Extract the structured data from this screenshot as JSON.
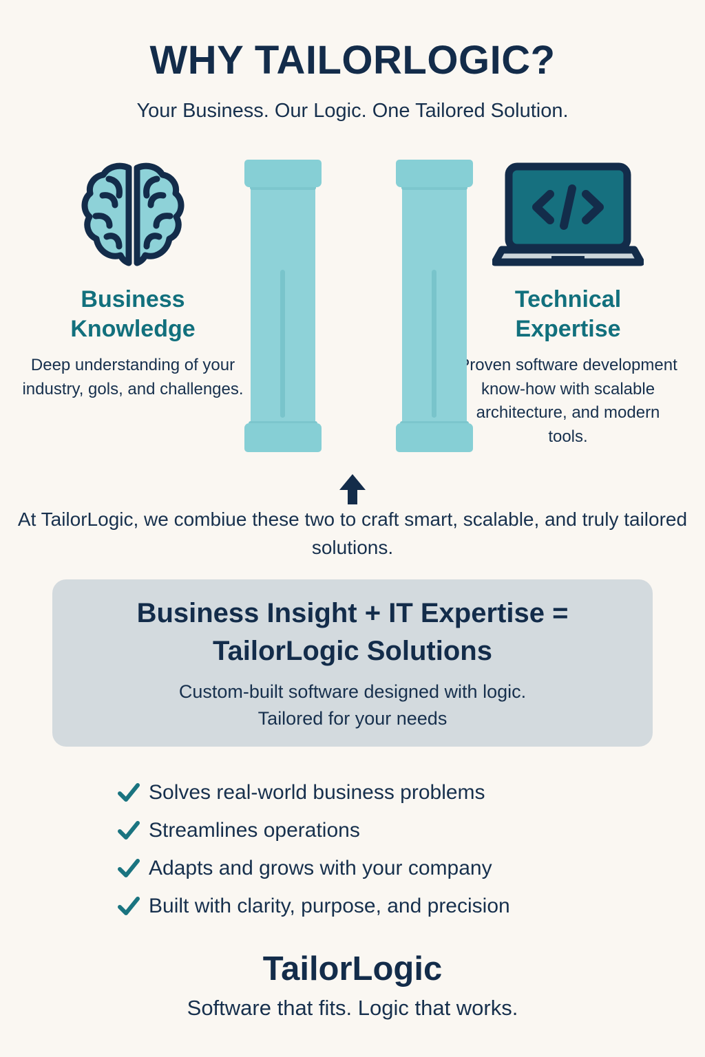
{
  "header": {
    "title": "WHY TAILORLOGIC?",
    "subtitle": "Your Business. Our Logic. One Tailored Solution."
  },
  "columns": [
    {
      "icon": "brain-icon",
      "heading": "Business\nKnowledge",
      "heading_line1": "Business",
      "heading_line2": "Knowledge",
      "body": "Deep understanding of your industry, gols, and challenges."
    },
    {
      "icon": "laptop-code-icon",
      "heading_line1": "Technical",
      "heading_line2": "Expertise",
      "body": "Proven software development know-how with scalable architecture, and modern tools."
    }
  ],
  "pillars": {
    "count": 2,
    "icon": "pillar-icon"
  },
  "arrow": {
    "icon": "arrow-up-icon",
    "direction": "up"
  },
  "combine_text": "At TailorLogic, we combiue these two to craft smart, scalable, and truly tailored solutions.",
  "equation_box": {
    "line1": "Business Insight  +  IT Expertise =",
    "line2": "TailorLogic Solutions",
    "sub_line1": "Custom-built software designed with logic.",
    "sub_line2": "Tailored for your needs"
  },
  "checklist": {
    "icon": "check-icon",
    "items": [
      "Solves real-world business problems",
      "Streamlines operations",
      "Adapts and grows with your company",
      "Built with clarity, purpose, and precision"
    ]
  },
  "footer": {
    "brand": "TailorLogic",
    "tagline": "Software that fits. Logic that works."
  },
  "colors": {
    "background": "#faf7f2",
    "navy": "#132c4a",
    "teal_heading": "#12707d",
    "pillar_teal": "#8ed2d8",
    "screen_teal": "#16707f",
    "box_gray": "#d3dade",
    "check_teal": "#1a7480"
  }
}
